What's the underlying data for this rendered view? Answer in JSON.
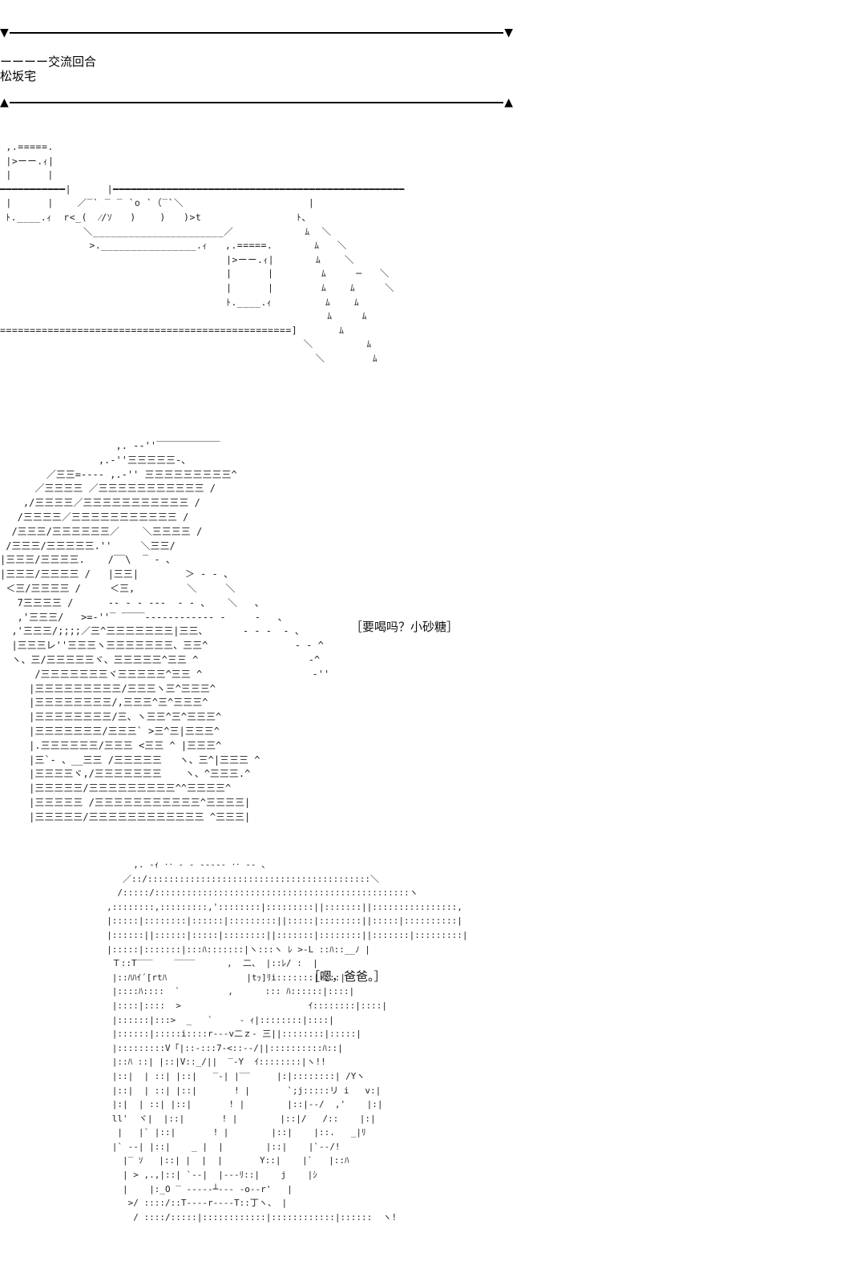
{
  "header": {
    "scene_line": "ーーーー交流回合",
    "location_line": "松坂宅"
  },
  "separator_top": {
    "left": "▼",
    "right": "▼"
  },
  "separator_bottom": {
    "left": "▲",
    "right": "▲"
  },
  "art": {
    "kitchen": " ,.=====.\n |>ーー.ｨ|\n |      |\n━━━━━━━━━━━|      |━━━━━━━━━━━━━━━━━━━━━━━━━━━━━━━━━━━━━━━━━━━━━━━━━\n |      |    ／‾` ‾ ‾ `o `（‾`＼                     |\n ﾄ.____.ｨ  r<_(  ⁄/ｿ   )    )   )>t                ﾄ、\n              ＼______________________／            ﾑ  ＼\n               >.________________.ｨ   ,.=====.       ﾑ   ＼\n                                      |>ーー.ｨ|       ﾑ    ＼\n                                      |      |        ﾑ     ─   ＼\n                                      |      |        ﾑ    ﾑ     ＼\n                                      ﾄ.____.ｨ         ﾑ    ﾑ\n                                                       ﾑ     ﾑ\n=================================================]       ﾑ\n                                                   ＼         ﾑ\n                                                     ＼        ﾑ",
    "mother": "                    ,. -‐''‾‾‾‾‾‾‾‾‾‾‾\n                 ,.-''三三三三三‐、\n        ／三三=---- ,.-'' 三三三三三三三三三^\n      ／三三三三 ／三三三三三三三三三三三 /\n    ,/三三三三／三三三三三三三三三三三 /\n   /三三三三／三三三三三三三三三三三 /\n  /三三三/三三三三三三／    ＼三三三三 /\n /三三三/三三三三三.''     ＼三三/\n|三三三/三三三三.    /‾‾\\  ‾ ‐ 、\n|三三三/三三三三 /   |三三|        ＞ ‐ ‐ 、\n ＜三/三三三三 /     ＜三,         ＼     ＼\n   7三三三三 /      ‐‐ ‐ ‐ ‐‐‐  ‐ - 、   ＼   、\n   ,'三三三/   >=‐''‾ ‾‾‾‾‐----------- ‐     ‐   、\n  ,'三三三/;;;;／三^三三三三三三三|三三、      ‐ ‐ ‐  ‐ 、\n  |三三三レ''三三三ヽ三三三三三三三、三三^               ‐ ‐ ^\n  ヽ、三/三三三三三ヾ、三三三三三^三三 ^                   ‐^\n      /三三三三三三三ヾ三三三三三^三三 ^                   ‐''\n     |三三三三三三三三三/三三三ヽ三^三三三^\n     |三三三三三三三三/,三三三^三^三三三^\n     |三三三三三三三三/三、ヽ三三^三^三三三^\n     |三三三三三三三/三三三` >三^三|三三三^\n     |.三三三三三三/三三三 <三三 ^ |三三三^\n     |三`‐ 、__三三 /三三三三三   ヽ、三^|三三三 ^\n     |三三三三ヾ,/三三三三三三三    ヽ、^三三三.^\n     |三三三三三/三三三三三三三三三^^三三三三^\n     |三三三三三 /三三三三三三三三三三三^三三三三|\n     |三三三三三/三三三三三三三三三三三三 ^三三三|",
    "daughter": "          ,. -ｨ ‥ - ‐ ‐‐‐‐‐ ‥ -‐ 、\n        ／::/::::::::::::::::::::::::::::::::::::::::::＼\n       /:::::/::::::::::::::::::::::::::::::::::::::::::::::::ヽ\n     ,::::::::,:::::::::,'::::::::|:::::::::||:::::::||::::::::::::::::,\n     |:::::|::::::::|::::::|:::::::::||:::::|::::::::||:::::|::::::::::|\n     |::::::||::::::|:::::|::::::::||:::::::|::::::::||:::::::|:::::::::|\n     |:::::|:::::::|:::ﾊ:::::::|ヽ:::ヽ ﾚ >‐L ::ﾊ::__ﾉ |\n      Ｔ::T‾‾‾    ‾‾‾‾      ,  二、 |::ﾚ/ :  |\n      |::ﾊﾊｲ´[rtﾊ               |tｯ]ﾘi:::::::|::::|\n      |::::ﾊ::::  `         ,      ::: ﾊ::::::|::::|\n      |::::|::::  >                        ｲ::::::::|::::|\n      |::::::|:::>  _   `     - ｨ|::::::::|::::|\n      |::::::|:::::i::::r‐‐‐v二ｚ‐ 三||::::::::|:::::|\n      |:::::::::V「|::‐:::7‐<::‐‐/||::::::::::ﾊ::|\n      |::ﾊ ::| |::|V::_/||  ‾‐Y  ｲ::::::::|ヽ!!\n      |::|  | ::| |::|   ‾‐| |‾‾     |:|::::::::| /Yヽ\n      |::|  | ::| |::|       ! |       `;j:::::リ i   v:|\n      |:|  | ::| |::|       ! |        |::|‐‐/  ,'    |:|\n      ll'  ヾ|  |::|       ! |        |::|/   /::    |:|\n       |   |` |::|       ! |        |::|    |::.   _|ﾘ\n      |` ‐‐| |::|    _ |  |        |::|    |`‐‐/!\n        |‾ ｿ   |::| |  |  |       Y::|    |`   |::ﾊ\n        | > ,.,|::| `‐‐|  |‐‐‐ﾘ::|    j    |ｼ\n        |    |:_O ‾ ‐‐‐‐‐┴‐‐‐ ‐o‐‐r'   |\n         >/ ::::/::T‐‐‐‐r‐‐‐‐T::丁ヽ、 |\n          / ::::/:::::|::::::::::::|::::::::::::|::::::  ヽ!"
  },
  "dialogues": {
    "mother_line": "［要喝吗？小砂糖］",
    "daughter_line": "［嗯，爸爸。］"
  },
  "colors": {
    "background": "#ffffff",
    "ink": "#111111"
  }
}
